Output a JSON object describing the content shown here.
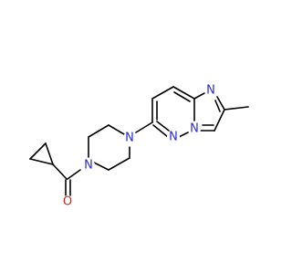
{
  "molecule": {
    "colors": {
      "bond": "#000000",
      "nitrogen": "#2a2ad9",
      "oxygen": "#e0201a",
      "background": "#ffffff"
    },
    "atom_labels": {
      "n_piperazine_top": "N",
      "n_piperazine_bottom": "N",
      "n_ring_6_top": "N",
      "n_ring_fused": "N",
      "n_ring_6_bottom": "N",
      "o_carbonyl": "O"
    }
  }
}
